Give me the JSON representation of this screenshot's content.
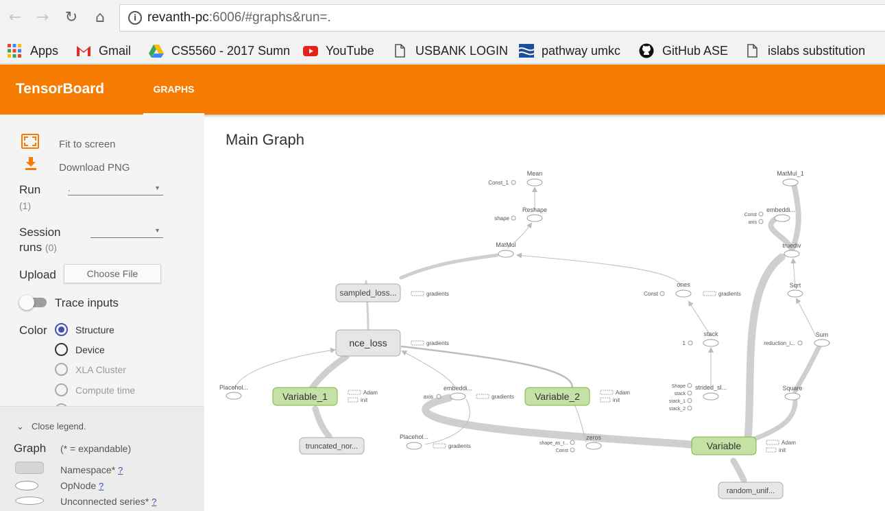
{
  "browser": {
    "url_host": "revanth-pc",
    "url_rest": ":6006/#graphs&run=.",
    "bookmarks": [
      {
        "label": "Apps",
        "icon": "apps-grid-icon"
      },
      {
        "label": "Gmail",
        "icon": "gmail-icon"
      },
      {
        "label": "CS5560 - 2017 Sumn",
        "icon": "google-drive-icon"
      },
      {
        "label": "YouTube",
        "icon": "youtube-icon"
      },
      {
        "label": "USBANK LOGIN",
        "icon": "page-icon"
      },
      {
        "label": "pathway umkc",
        "icon": "umkc-icon"
      },
      {
        "label": "GitHub ASE",
        "icon": "github-icon"
      },
      {
        "label": "islabs substitution",
        "icon": "page-icon"
      }
    ]
  },
  "header": {
    "title": "TensorBoard",
    "tab": "GRAPHS",
    "accent": "#f57c00"
  },
  "sidebar": {
    "fit": "Fit to screen",
    "download": "Download PNG",
    "run_label": "Run",
    "run_count": "(1)",
    "run_value": ".",
    "session_label_1": "Session",
    "session_label_2": "runs",
    "session_count": "(0)",
    "upload_label": "Upload",
    "choose_file": "Choose File",
    "trace_inputs": "Trace inputs",
    "color_label": "Color",
    "color_options": [
      "Structure",
      "Device",
      "XLA Cluster",
      "Compute time"
    ],
    "legend": {
      "close": "Close legend.",
      "graph": "Graph",
      "expandable": "(* = expandable)",
      "namespace": "Namespace*",
      "opnode": "OpNode",
      "unconnected": "Unconnected series*",
      "q": "?"
    }
  },
  "main": {
    "title": "Main Graph",
    "nodes": {
      "mean": "Mean",
      "const_1": "Const_1",
      "reshape": "Reshape",
      "shape": "shape",
      "matmul": "MatMul",
      "sampled": "sampled_loss...",
      "nce": "nce_loss",
      "placeholder1": "Placehol...",
      "variable_1": "Variable_1",
      "truncated": "truncated_nor...",
      "embed": "embeddi...",
      "axis": "axis",
      "placeholder2": "Placehol...",
      "variable_2": "Variable_2",
      "ones": "ones",
      "const": "Const",
      "stack": "stack",
      "one": "1",
      "strided": "strided_sl...",
      "shape_lbl": "Shape",
      "stack_lbl": "stack",
      "stack_1": "stack_1",
      "stack_2": "stack_2",
      "zeros": "zeros",
      "shape_as": "shape_as_t...",
      "const_z": "Const",
      "variable": "Variable",
      "random": "random_unif...",
      "matmul_1": "MatMul_1",
      "embed2": "embeddi...",
      "const_e": "Const",
      "axis_e": "axis",
      "truediv": "truediv",
      "sqrt": "Sqrt",
      "sum": "Sum",
      "reduction": "reduction_i...",
      "square": "Square",
      "adam": "Adam",
      "init": "init",
      "gradients": "gradients"
    }
  }
}
